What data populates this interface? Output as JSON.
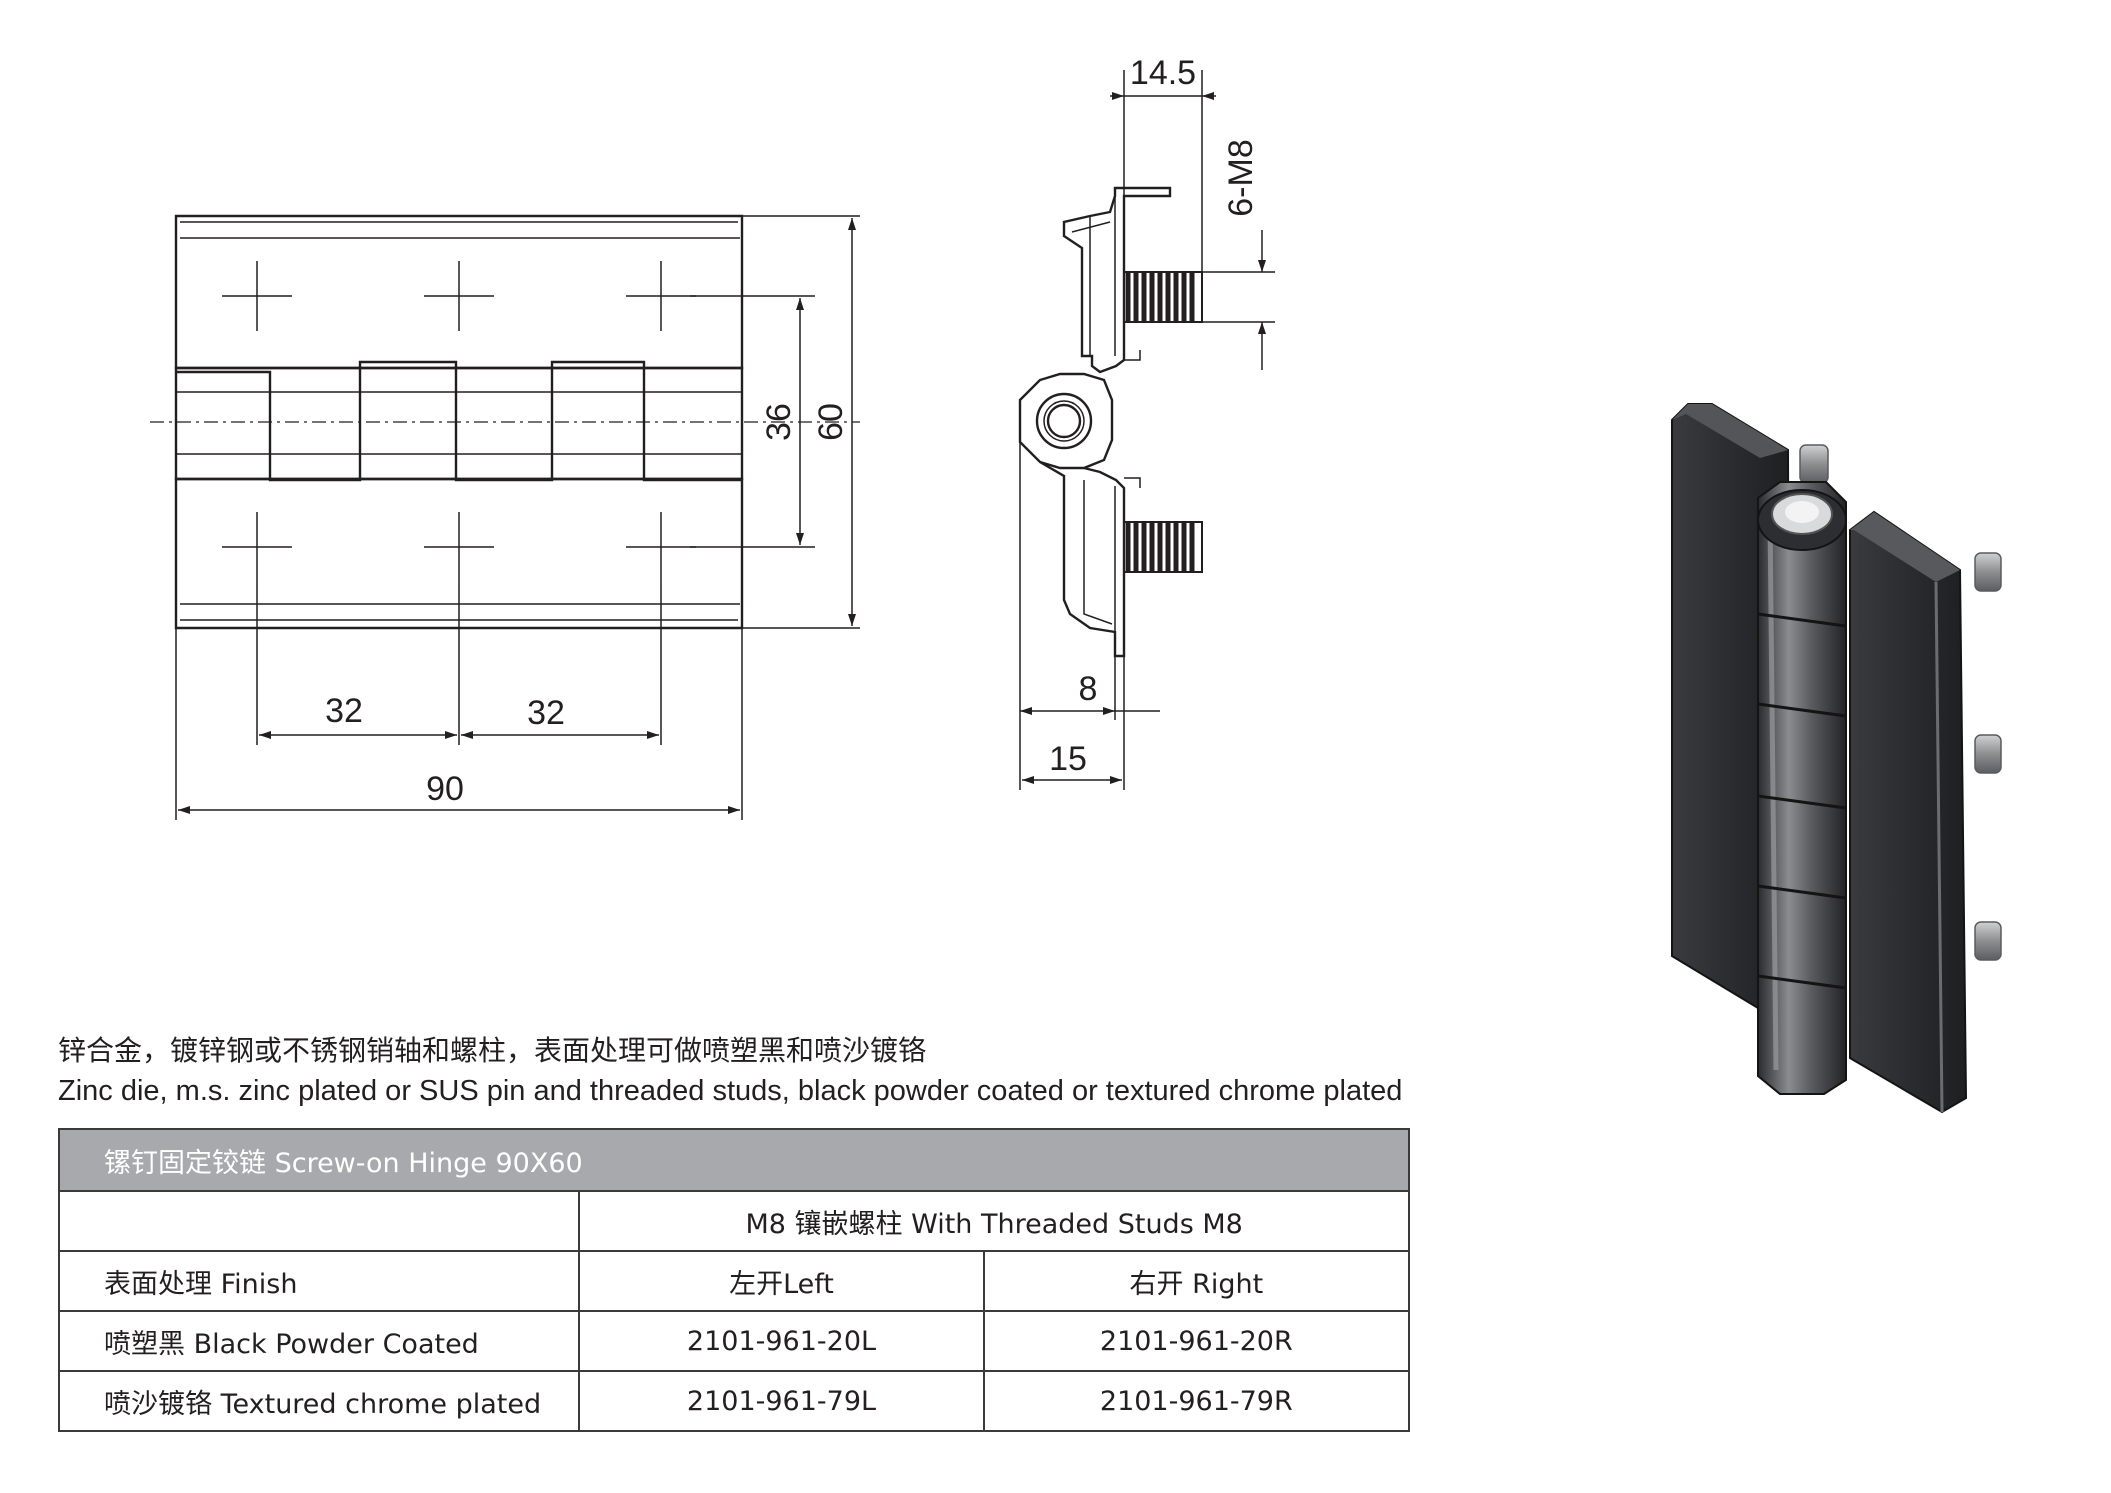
{
  "dimensions": {
    "front_spacing_1": "32",
    "front_spacing_2": "32",
    "front_width": "90",
    "front_inner_height": "36",
    "front_height": "60",
    "side_top": "14.5",
    "side_thread": "6-M8",
    "side_offset": "8",
    "side_total": "15"
  },
  "description": {
    "cn": "锌合金，镀锌钢或不锈钢销轴和螺柱，表面处理可做喷塑黑和喷沙镀铬",
    "en": "Zinc die, m.s. zinc plated or SUS pin and threaded studs, black powder coated or textured chrome plated"
  },
  "table": {
    "title": "镙钉固定铰链 Screw-on Hinge 90X60",
    "group_header": "M8 镶嵌螺柱 With Threaded Studs M8",
    "finish_label": "表面处理 Finish",
    "col_left": "左开Left",
    "col_right": "右开 Right",
    "rows": [
      {
        "finish": "喷塑黑 Black Powder Coated",
        "left": "2101-961-20L",
        "right": "2101-961-20R"
      },
      {
        "finish": "喷沙镀铬 Textured chrome plated",
        "left": "2101-961-79L",
        "right": "2101-961-79R"
      }
    ]
  },
  "colors": {
    "line": "#231f20",
    "table_header_bg": "#a7a9ac",
    "product_body": "#2b2b2d",
    "product_highlight": "#8a8b8e"
  }
}
